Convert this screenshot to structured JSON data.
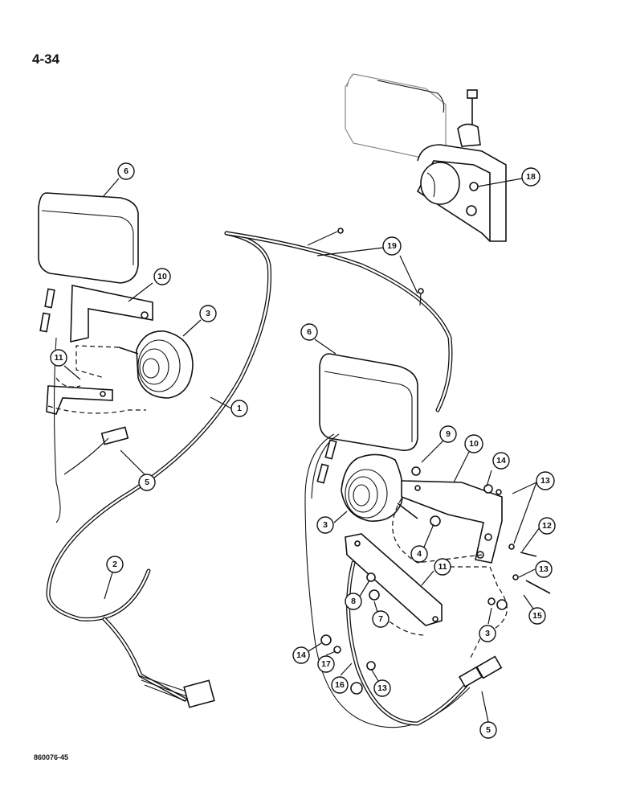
{
  "page": {
    "number": "4-34",
    "figure_code": "860076-45"
  },
  "callouts": [
    {
      "id": "c6a",
      "label": "6"
    },
    {
      "id": "c10a",
      "label": "10"
    },
    {
      "id": "c3a",
      "label": "3"
    },
    {
      "id": "c11a",
      "label": "11"
    },
    {
      "id": "c1",
      "label": "1"
    },
    {
      "id": "c5a",
      "label": "5"
    },
    {
      "id": "c2",
      "label": "2"
    },
    {
      "id": "c18",
      "label": "18"
    },
    {
      "id": "c19",
      "label": "19"
    },
    {
      "id": "c6b",
      "label": "6"
    },
    {
      "id": "c9",
      "label": "9"
    },
    {
      "id": "c10b",
      "label": "10"
    },
    {
      "id": "c14a",
      "label": "14"
    },
    {
      "id": "c13a",
      "label": "13"
    },
    {
      "id": "c12",
      "label": "12"
    },
    {
      "id": "c3b",
      "label": "3"
    },
    {
      "id": "c4",
      "label": "4"
    },
    {
      "id": "c13b",
      "label": "13"
    },
    {
      "id": "c11b",
      "label": "11"
    },
    {
      "id": "c8",
      "label": "8"
    },
    {
      "id": "c7",
      "label": "7"
    },
    {
      "id": "c15",
      "label": "15"
    },
    {
      "id": "c3c",
      "label": "3"
    },
    {
      "id": "c14b",
      "label": "14"
    },
    {
      "id": "c17",
      "label": "17"
    },
    {
      "id": "c16",
      "label": "16"
    },
    {
      "id": "c13c",
      "label": "13"
    },
    {
      "id": "c5b",
      "label": "5"
    }
  ]
}
